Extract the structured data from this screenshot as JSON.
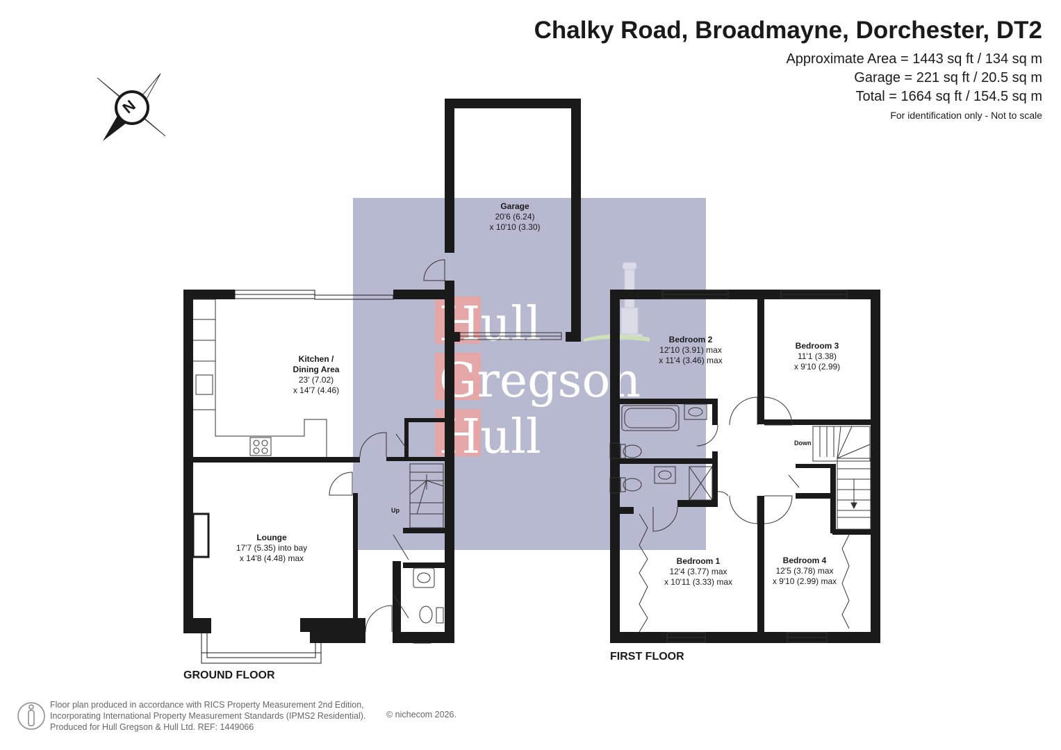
{
  "header": {
    "title": "Chalky Road, Broadmayne, Dorchester, DT2",
    "approx_area": "Approximate Area = 1443 sq ft / 134 sq m",
    "garage_area": "Garage = 221 sq ft / 20.5 sq m",
    "total_area": "Total = 1664 sq ft / 154.5 sq m",
    "disclaimer": "For identification only - Not to scale"
  },
  "compass": {
    "label": "N"
  },
  "watermark": {
    "line1": "Hull",
    "line2": "Gregson",
    "line3": "Hull"
  },
  "rooms": {
    "garage": {
      "name": "Garage",
      "dim1": "20'6 (6.24)",
      "dim2": "x 10'10 (3.30)"
    },
    "kitchen": {
      "name": "Kitchen /",
      "name2": "Dining Area",
      "dim1": "23' (7.02)",
      "dim2": "x 14'7 (4.46)"
    },
    "lounge": {
      "name": "Lounge",
      "dim1": "17'7 (5.35) into bay",
      "dim2": "x 14'8 (4.48) max"
    },
    "bedroom2": {
      "name": "Bedroom 2",
      "dim1": "12'10 (3.91) max",
      "dim2": "x 11'4 (3.46) max"
    },
    "bedroom3": {
      "name": "Bedroom 3",
      "dim1": "11'1 (3.38)",
      "dim2": "x 9'10 (2.99)"
    },
    "bedroom1": {
      "name": "Bedroom 1",
      "dim1": "12'4 (3.77) max",
      "dim2": "x 10'11 (3.33) max"
    },
    "bedroom4": {
      "name": "Bedroom 4",
      "dim1": "12'5 (3.78) max",
      "dim2": "x 9'10 (2.99) max"
    }
  },
  "labels": {
    "up": "Up",
    "down": "Down",
    "ground_floor": "GROUND FLOOR",
    "first_floor": "FIRST FLOOR"
  },
  "footer": {
    "line1": "Floor plan produced in accordance with RICS Property Measurement 2nd Edition,",
    "line2": "Incorporating International Property Measurement Standards (IPMS2 Residential).",
    "line3": "Produced for Hull Gregson & Hull Ltd.   REF:  1449066",
    "copyright": "© nichecom 2026."
  },
  "colors": {
    "wall": "#1a1a1a",
    "watermark_bg": "#b7b9d1",
    "watermark_box": "#e4a6a6",
    "text": "#1a1a1a",
    "footer_text": "#666666"
  }
}
